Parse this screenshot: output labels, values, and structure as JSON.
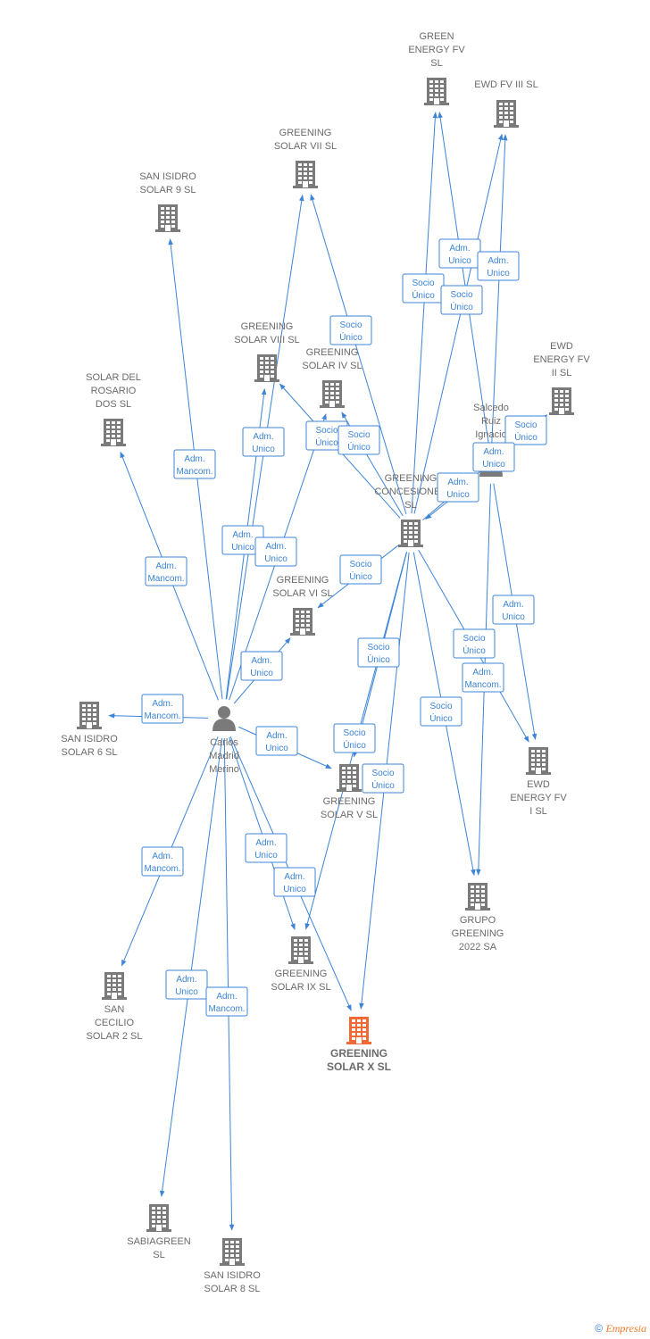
{
  "colors": {
    "edge": "#3d84d6",
    "company": "#7a7a7a",
    "focus": "#f06a35",
    "person": "#7a7a7a",
    "brand": "#f07a2a"
  },
  "nodes": [
    {
      "id": "green_fv",
      "kind": "company",
      "label": [
        "GREEN",
        "ENERGY FV",
        "SL"
      ]
    },
    {
      "id": "ewd3",
      "kind": "company",
      "label": [
        "EWD FV III  SL"
      ]
    },
    {
      "id": "gs7",
      "kind": "company",
      "label": [
        "GREENING",
        "SOLAR VII  SL"
      ]
    },
    {
      "id": "si9",
      "kind": "company",
      "label": [
        "SAN ISIDRO",
        "SOLAR 9  SL"
      ]
    },
    {
      "id": "gs8",
      "kind": "company",
      "label": [
        "GREENING",
        "SOLAR VIII  SL"
      ]
    },
    {
      "id": "gs4",
      "kind": "company",
      "label": [
        "GREENING",
        "SOLAR IV  SL"
      ]
    },
    {
      "id": "rosario",
      "kind": "company",
      "label": [
        "SOLAR DEL",
        "ROSARIO",
        "DOS  SL"
      ]
    },
    {
      "id": "ewd2",
      "kind": "company",
      "label": [
        "EWD",
        "ENERGY FV",
        "II  SL"
      ]
    },
    {
      "id": "salcedo",
      "kind": "person",
      "label": [
        "Salcedo",
        "Ruiz",
        "Ignacio"
      ]
    },
    {
      "id": "gconc",
      "kind": "company",
      "label": [
        "GREENING",
        "CONCESIONES",
        "SL"
      ]
    },
    {
      "id": "gs6",
      "kind": "company",
      "label": [
        "GREENING",
        "SOLAR VI  SL"
      ]
    },
    {
      "id": "carlos",
      "kind": "person",
      "label": [
        "Carlos",
        "Madrid",
        "Merino"
      ]
    },
    {
      "id": "si6",
      "kind": "company",
      "label": [
        "SAN ISIDRO",
        "SOLAR 6  SL"
      ]
    },
    {
      "id": "gs5",
      "kind": "company",
      "label": [
        "GREENING",
        "SOLAR V  SL"
      ]
    },
    {
      "id": "ewd1",
      "kind": "company",
      "label": [
        "EWD",
        "ENERGY FV",
        "I  SL"
      ]
    },
    {
      "id": "grupo",
      "kind": "company",
      "label": [
        "GRUPO",
        "GREENING",
        "2022 SA"
      ]
    },
    {
      "id": "gs9",
      "kind": "company",
      "label": [
        "GREENING",
        "SOLAR IX  SL"
      ]
    },
    {
      "id": "cecilio",
      "kind": "company",
      "label": [
        "SAN",
        "CECILIO",
        "SOLAR 2  SL"
      ]
    },
    {
      "id": "gs10",
      "kind": "focus",
      "label": [
        "GREENING",
        "SOLAR X  SL"
      ]
    },
    {
      "id": "sabia",
      "kind": "company",
      "label": [
        "SABIAGREEN",
        "SL"
      ]
    },
    {
      "id": "si8",
      "kind": "company",
      "label": [
        "SAN ISIDRO",
        "SOLAR 8  SL"
      ]
    }
  ],
  "edges": [
    {
      "from": "carlos",
      "to": "si9",
      "label": [
        "Adm.",
        "Mancom."
      ]
    },
    {
      "from": "carlos",
      "to": "rosario",
      "label": [
        "Adm.",
        "Mancom."
      ]
    },
    {
      "from": "carlos",
      "to": "si6",
      "label": [
        "Adm.",
        "Mancom."
      ]
    },
    {
      "from": "carlos",
      "to": "gs7",
      "label": [
        "Adm.",
        "Unico"
      ]
    },
    {
      "from": "carlos",
      "to": "gs8",
      "label": [
        "Adm.",
        "Unico"
      ]
    },
    {
      "from": "carlos",
      "to": "gs4",
      "label": [
        "Adm.",
        "Unico"
      ]
    },
    {
      "from": "carlos",
      "to": "gs6",
      "label": [
        "Adm.",
        "Unico"
      ]
    },
    {
      "from": "carlos",
      "to": "gs5",
      "label": [
        "Adm.",
        "Unico"
      ]
    },
    {
      "from": "carlos",
      "to": "cecilio",
      "label": [
        "Adm.",
        "Mancom."
      ]
    },
    {
      "from": "carlos",
      "to": "gs9",
      "label": [
        "Adm.",
        "Unico"
      ]
    },
    {
      "from": "carlos",
      "to": "gs10",
      "label": [
        "Adm.",
        "Unico"
      ]
    },
    {
      "from": "carlos",
      "to": "sabia",
      "label": [
        "Adm.",
        "Unico"
      ]
    },
    {
      "from": "carlos",
      "to": "si8",
      "label": [
        "Adm.",
        "Mancom."
      ]
    },
    {
      "from": "gconc",
      "to": "gs7",
      "label": [
        "Socio",
        "Único"
      ]
    },
    {
      "from": "gconc",
      "to": "gs8",
      "label": [
        "Socio",
        "Único"
      ]
    },
    {
      "from": "gconc",
      "to": "gs4",
      "label": [
        "Socio",
        "Único"
      ]
    },
    {
      "from": "gconc",
      "to": "green_fv",
      "label": [
        "Socio",
        "Único"
      ]
    },
    {
      "from": "gconc",
      "to": "ewd3",
      "label": [
        "Socio",
        "Único"
      ]
    },
    {
      "from": "gconc",
      "to": "ewd2",
      "label": [
        "Socio",
        "Único"
      ]
    },
    {
      "from": "gconc",
      "to": "gs6",
      "label": [
        "Socio",
        "Único"
      ]
    },
    {
      "from": "gconc",
      "to": "gs5",
      "label": [
        "Socio",
        "Único"
      ]
    },
    {
      "from": "gconc",
      "to": "gs9",
      "label": [
        "Socio",
        "Único"
      ]
    },
    {
      "from": "gconc",
      "to": "gs10",
      "label": [
        "Socio",
        "Único"
      ]
    },
    {
      "from": "gconc",
      "to": "ewd1",
      "label": [
        "Socio",
        "Único"
      ]
    },
    {
      "from": "gconc",
      "to": "grupo",
      "label": [
        "Socio",
        "Único"
      ]
    },
    {
      "from": "salcedo",
      "to": "green_fv",
      "label": [
        "Adm.",
        "Unico"
      ]
    },
    {
      "from": "salcedo",
      "to": "ewd3",
      "label": [
        "Adm.",
        "Unico"
      ]
    },
    {
      "from": "salcedo",
      "to": "ewd2",
      "label": [
        "Adm.",
        "Unico"
      ]
    },
    {
      "from": "salcedo",
      "to": "gconc",
      "label": [
        "Adm.",
        "Unico"
      ]
    },
    {
      "from": "salcedo",
      "to": "ewd1",
      "label": [
        "Adm.",
        "Unico"
      ]
    },
    {
      "from": "salcedo",
      "to": "grupo",
      "label": [
        "Adm.",
        "Mancom."
      ]
    }
  ],
  "footer": {
    "copyright_symbol": "©",
    "brand": "Empresia"
  }
}
